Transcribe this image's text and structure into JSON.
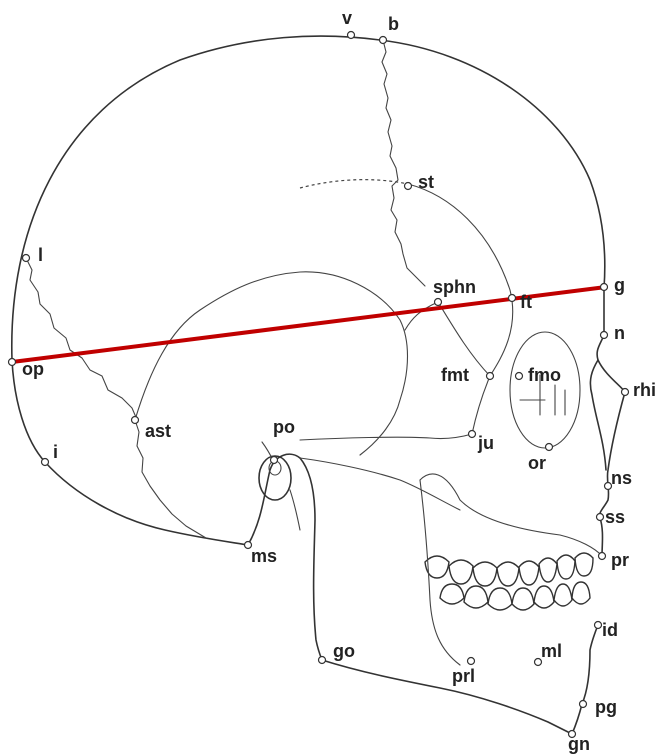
{
  "diagram": {
    "reference_line_color": "#c00000",
    "reference_line_from": "op",
    "reference_line_to": "g",
    "landmarks": [
      {
        "id": "v",
        "label": "v"
      },
      {
        "id": "b",
        "label": "b"
      },
      {
        "id": "st",
        "label": "st"
      },
      {
        "id": "l",
        "label": "l"
      },
      {
        "id": "sphn",
        "label": "sphn"
      },
      {
        "id": "ft",
        "label": "ft"
      },
      {
        "id": "g",
        "label": "g"
      },
      {
        "id": "n",
        "label": "n"
      },
      {
        "id": "op",
        "label": "op"
      },
      {
        "id": "fmt",
        "label": "fmt"
      },
      {
        "id": "fmo",
        "label": "fmo"
      },
      {
        "id": "rhi",
        "label": "rhi"
      },
      {
        "id": "ast",
        "label": "ast"
      },
      {
        "id": "po",
        "label": "po"
      },
      {
        "id": "ju",
        "label": "ju"
      },
      {
        "id": "i",
        "label": "i"
      },
      {
        "id": "or",
        "label": "or"
      },
      {
        "id": "ns",
        "label": "ns"
      },
      {
        "id": "ss",
        "label": "ss"
      },
      {
        "id": "ms",
        "label": "ms"
      },
      {
        "id": "pr",
        "label": "pr"
      },
      {
        "id": "id",
        "label": "id"
      },
      {
        "id": "go",
        "label": "go"
      },
      {
        "id": "ml",
        "label": "ml"
      },
      {
        "id": "prl",
        "label": "prl"
      },
      {
        "id": "pg",
        "label": "pg"
      },
      {
        "id": "gn",
        "label": "gn"
      }
    ]
  }
}
